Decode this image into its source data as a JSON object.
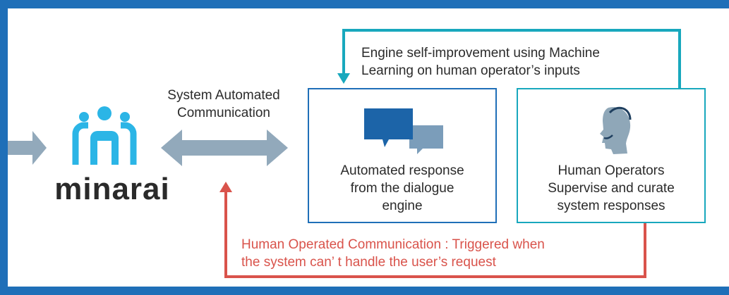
{
  "logo": {
    "text": "minarai",
    "icon": "minarai-logo-icon"
  },
  "labels": {
    "system_automated": "System Automated\nCommunication",
    "self_improvement": "Engine self-improvement using Machine\nLearning on human operator’s inputs",
    "human_operated": "Human Operated Communication : Triggered when\nthe system can’ t handle the user’s request"
  },
  "boxes": {
    "automated": {
      "text": "Automated response\nfrom the dialogue\nengine",
      "icon": "chat-bubbles-icon"
    },
    "human": {
      "text": "Human Operators\nSupervise and curate\nsystem responses",
      "icon": "operator-headset-icon"
    }
  },
  "colors": {
    "border": "#1f6fb8",
    "teal": "#18a8bd",
    "red": "#d9534b",
    "arrow_gray": "#92a9bb",
    "logo_cyan": "#2bb5e6",
    "chat_dark": "#1c64a8",
    "chat_light": "#7b9dba"
  }
}
